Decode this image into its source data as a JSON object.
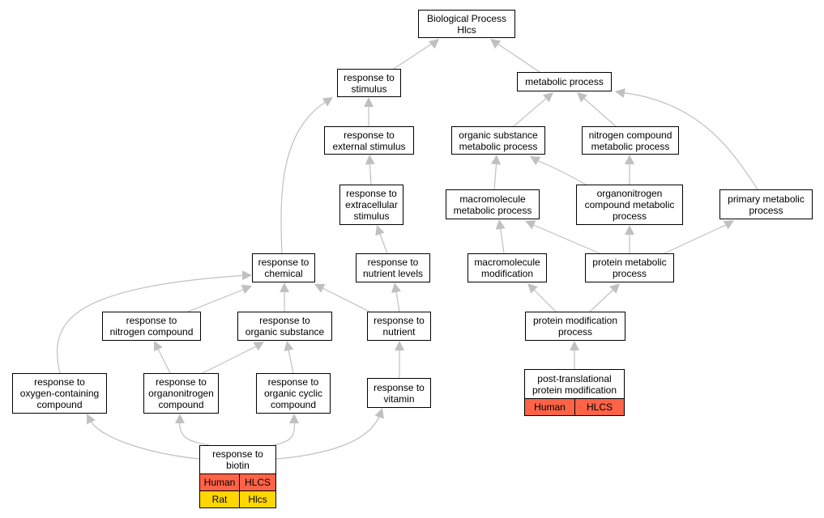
{
  "nodes": {
    "bp": {
      "label": "Biological Process\nHlcs"
    },
    "rs": {
      "label": "response to\nstimulus"
    },
    "mp": {
      "label": "metabolic process"
    },
    "res": {
      "label": "response to\nexternal stimulus"
    },
    "osmp": {
      "label": "organic substance\nmetabolic process"
    },
    "ncmp": {
      "label": "nitrogen compound\nmetabolic process"
    },
    "rexs": {
      "label": "response to\nextracellular\nstimulus"
    },
    "mmp": {
      "label": "macromolecule\nmetabolic process"
    },
    "ocmp": {
      "label": "organonitrogen\ncompound metabolic\nprocess"
    },
    "pmp": {
      "label": "primary metabolic\nprocess"
    },
    "rc": {
      "label": "response to\nchemical"
    },
    "rnl": {
      "label": "response to\nnutrient levels"
    },
    "mm": {
      "label": "macromolecule\nmodification"
    },
    "prmp": {
      "label": "protein metabolic\nprocess"
    },
    "rnc": {
      "label": "response to\nnitrogen compound"
    },
    "ros": {
      "label": "response to\norganic substance"
    },
    "rn": {
      "label": "response to\nnutrient"
    },
    "pm": {
      "label": "protein modification\nprocess"
    },
    "rocc": {
      "label": "response to\noxygen-containing\ncompound"
    },
    "roc": {
      "label": "response to\norganonitrogen\ncompound"
    },
    "rcc": {
      "label": "response to\norganic cyclic\ncompound"
    },
    "rv": {
      "label": "response to\nvitamin"
    },
    "ptpm": {
      "label": "post-translational\nprotein modification"
    },
    "rb": {
      "label": "response to\nbiotin"
    }
  },
  "annotations": {
    "ptpm": [
      [
        {
          "text": "Human",
          "color": "#ff6347"
        },
        {
          "text": "HLCS",
          "color": "#ff6347"
        }
      ]
    ],
    "rb": [
      [
        {
          "text": "Human",
          "color": "#ff6347"
        },
        {
          "text": "HLCS",
          "color": "#ff6347"
        }
      ],
      [
        {
          "text": "Rat",
          "color": "#ffd700"
        },
        {
          "text": "Hlcs",
          "color": "#ffd700"
        }
      ]
    ]
  },
  "colors": {
    "edge": "#c0c0c0",
    "node_border": "#000000",
    "background": "#ffffff"
  }
}
